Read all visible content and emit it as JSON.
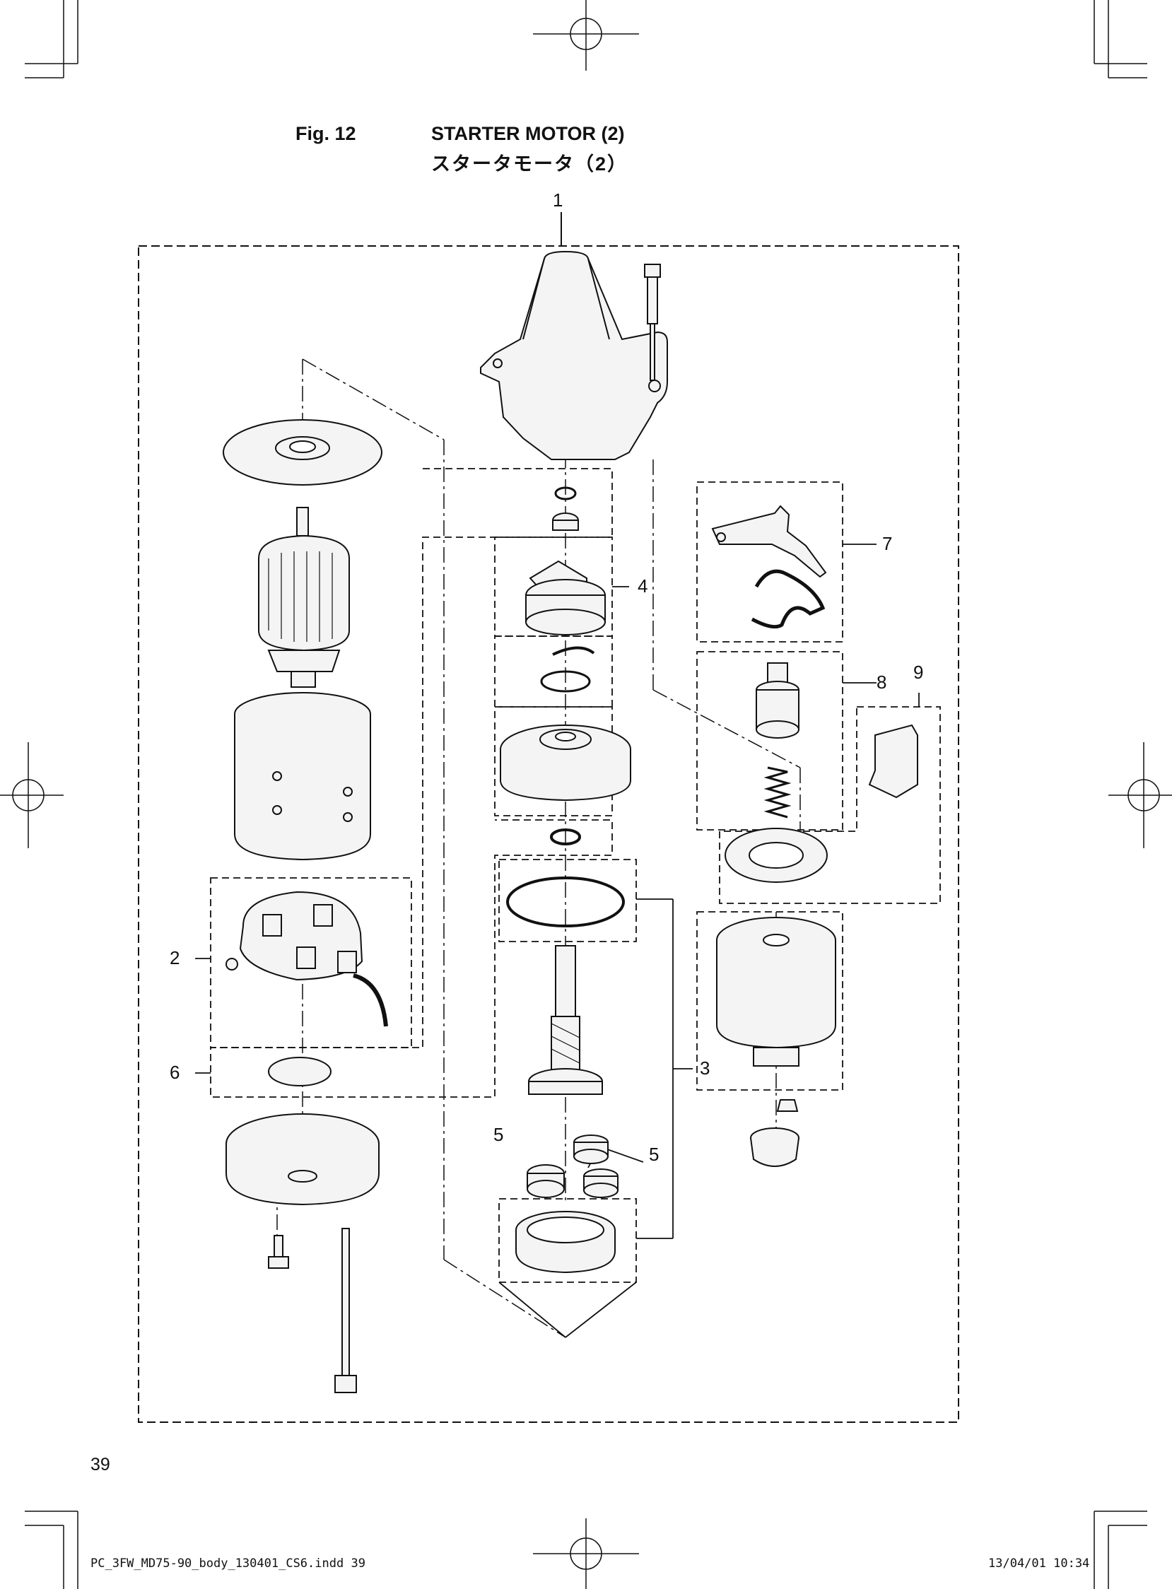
{
  "header": {
    "fig_number": "Fig. 12",
    "title_en": "STARTER MOTOR (2)",
    "title_ja": "スタータモータ（2）"
  },
  "callouts": {
    "c1": "1",
    "c2": "2",
    "c3": "3",
    "c4": "4",
    "c5a": "5",
    "c5b": "5",
    "c6": "6",
    "c7": "7",
    "c8": "8",
    "c9": "9"
  },
  "footer": {
    "page_number": "39",
    "file_name": "PC_3FW_MD75-90_body_130401_CS6.indd   39",
    "timestamp": "13/04/01   10:34"
  }
}
